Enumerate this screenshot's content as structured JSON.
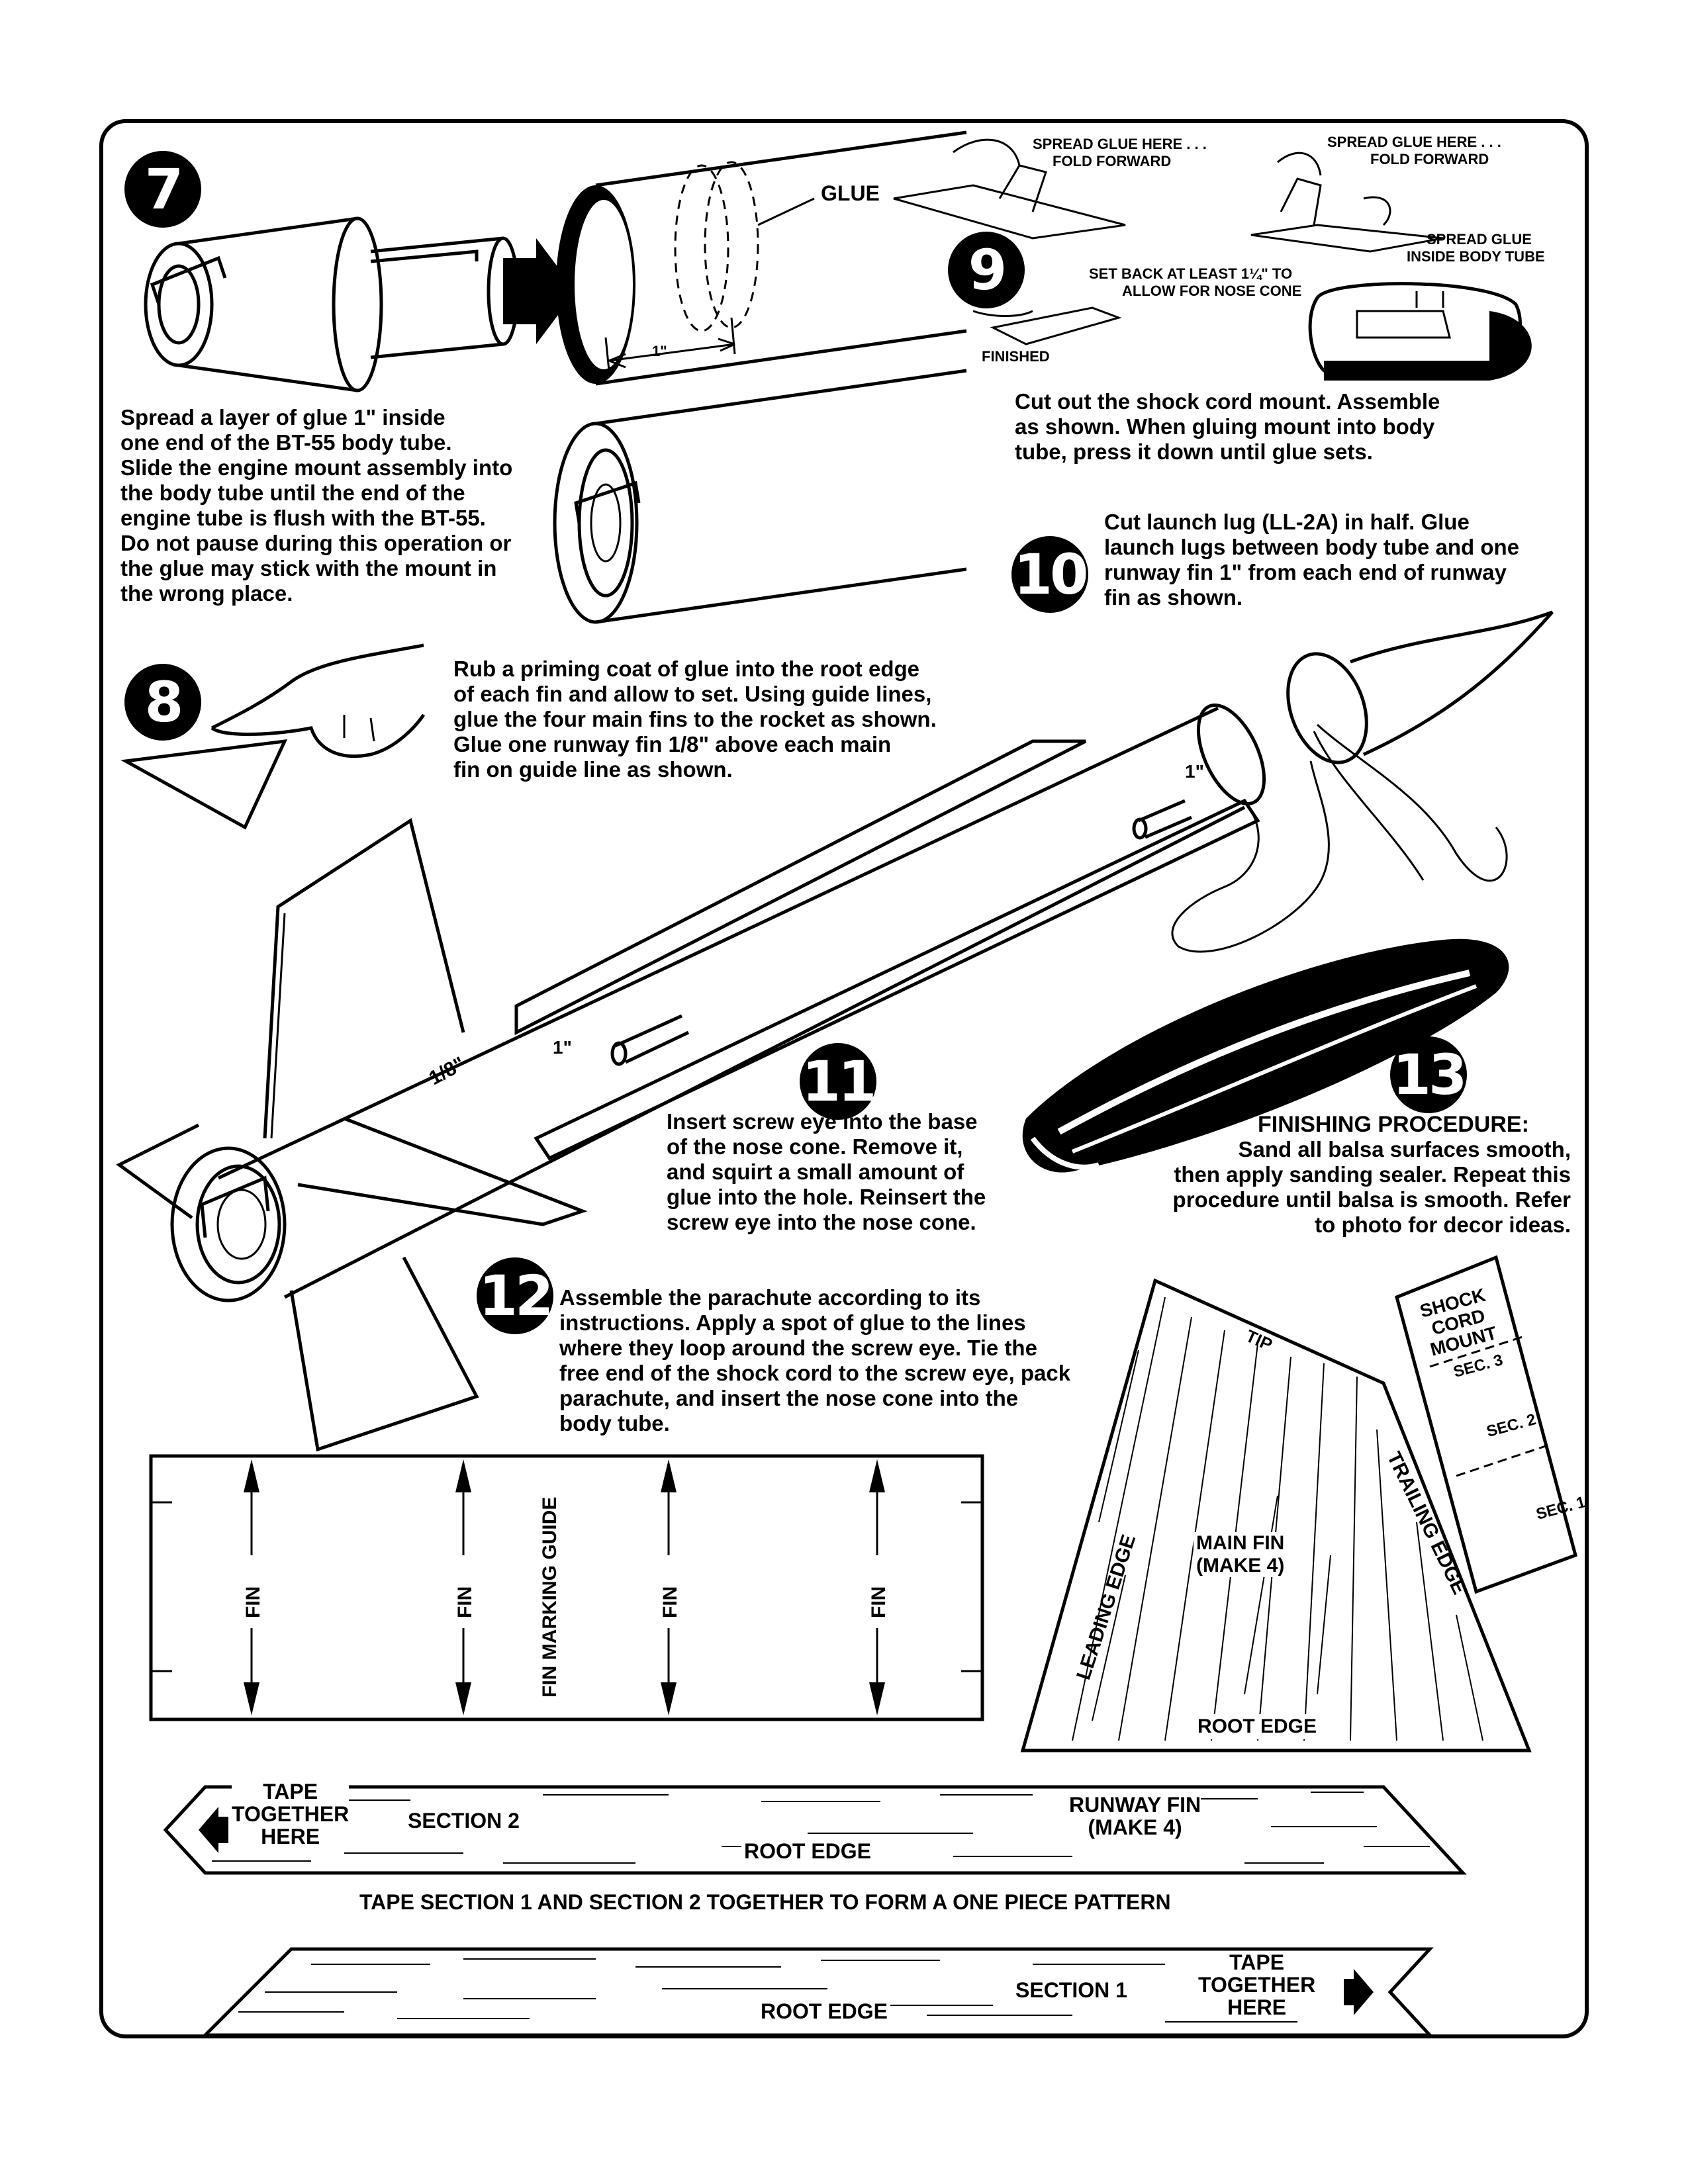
{
  "steps": {
    "s7": {
      "number": "7",
      "glue_label": "GLUE",
      "measure_label": "1\"",
      "text": [
        "Spread a layer of glue 1\" inside",
        "one end of the BT-55 body tube.",
        "Slide the engine mount assembly into",
        "the body tube until the end of the",
        "engine tube is flush with the BT-55.",
        "Do not pause during this operation or",
        "the glue may stick with the mount in",
        "the wrong place."
      ]
    },
    "s8": {
      "number": "8",
      "text": [
        "Rub a priming coat of glue into the root edge",
        "of each fin and allow to set. Using guide lines,",
        "glue the four main fins to the rocket as shown.",
        "Glue one runway fin 1/8\" above each main",
        "fin on guide line as shown."
      ],
      "measure_eighth": "1/8\"",
      "measure_inch_a": "1\"",
      "measure_inch_b": "1\""
    },
    "s9": {
      "number": "9",
      "label_spread_left": "SPREAD GLUE HERE . . .",
      "label_fold_left": "FOLD FORWARD",
      "label_spread_right": "SPREAD GLUE HERE . . .",
      "label_fold_right": "FOLD FORWARD",
      "label_inside": "SPREAD GLUE",
      "label_inside2": "INSIDE BODY TUBE",
      "label_setback": "SET BACK AT LEAST 1¼\" TO",
      "label_setback2": "ALLOW FOR NOSE CONE",
      "label_finished": "FINISHED",
      "text": [
        "Cut out the shock cord mount. Assemble",
        "as shown. When gluing mount into body",
        "tube, press it down until glue sets."
      ]
    },
    "s10": {
      "number": "10",
      "text": [
        "Cut launch lug (LL-2A) in half. Glue",
        "launch lugs between body tube and one",
        "runway fin 1\" from each end of runway",
        "fin as shown."
      ]
    },
    "s11": {
      "number": "11",
      "text": [
        "Insert screw eye into the base",
        "of the nose cone. Remove it,",
        "and squirt a small amount of",
        "glue into the hole. Reinsert the",
        "screw eye into the nose cone."
      ]
    },
    "s12": {
      "number": "12",
      "text": [
        "Assemble the parachute according to its",
        "instructions. Apply a spot of glue to the lines",
        "where they loop around the screw eye. Tie the",
        "free end of the shock cord to the screw eye, pack",
        "parachute, and insert the nose cone into the",
        "body tube."
      ]
    },
    "s13": {
      "number": "13",
      "heading": "FINISHING PROCEDURE:",
      "text": [
        "Sand all balsa surfaces smooth,",
        "then apply sanding sealer. Repeat this",
        "procedure until balsa is smooth. Refer",
        "to photo for decor ideas."
      ]
    }
  },
  "fin_guide": {
    "title": "FIN MARKING GUIDE",
    "fin_labels": [
      "FIN",
      "FIN",
      "FIN",
      "FIN"
    ]
  },
  "main_fin": {
    "tip": "TIP",
    "leading": "LEADING EDGE",
    "trailing": "TRAILING EDGE",
    "name": "MAIN FIN",
    "qty": "(MAKE 4)",
    "root": "ROOT EDGE"
  },
  "shock_mount": {
    "title": [
      "SHOCK",
      "CORD",
      "MOUNT"
    ],
    "sections": [
      "SEC. 3",
      "SEC. 2",
      "SEC. 1"
    ]
  },
  "runway_sec2": {
    "tape": [
      "TAPE",
      "TOGETHER",
      "HERE"
    ],
    "section": "SECTION 2",
    "name": "RUNWAY FIN",
    "qty": "(MAKE 4)",
    "root": "ROOT EDGE"
  },
  "tape_instruction": "TAPE SECTION 1 AND SECTION 2 TOGETHER TO FORM A ONE PIECE PATTERN",
  "runway_sec1": {
    "section": "SECTION 1",
    "tape": [
      "TAPE",
      "TOGETHER",
      "HERE"
    ],
    "root": "ROOT EDGE"
  }
}
